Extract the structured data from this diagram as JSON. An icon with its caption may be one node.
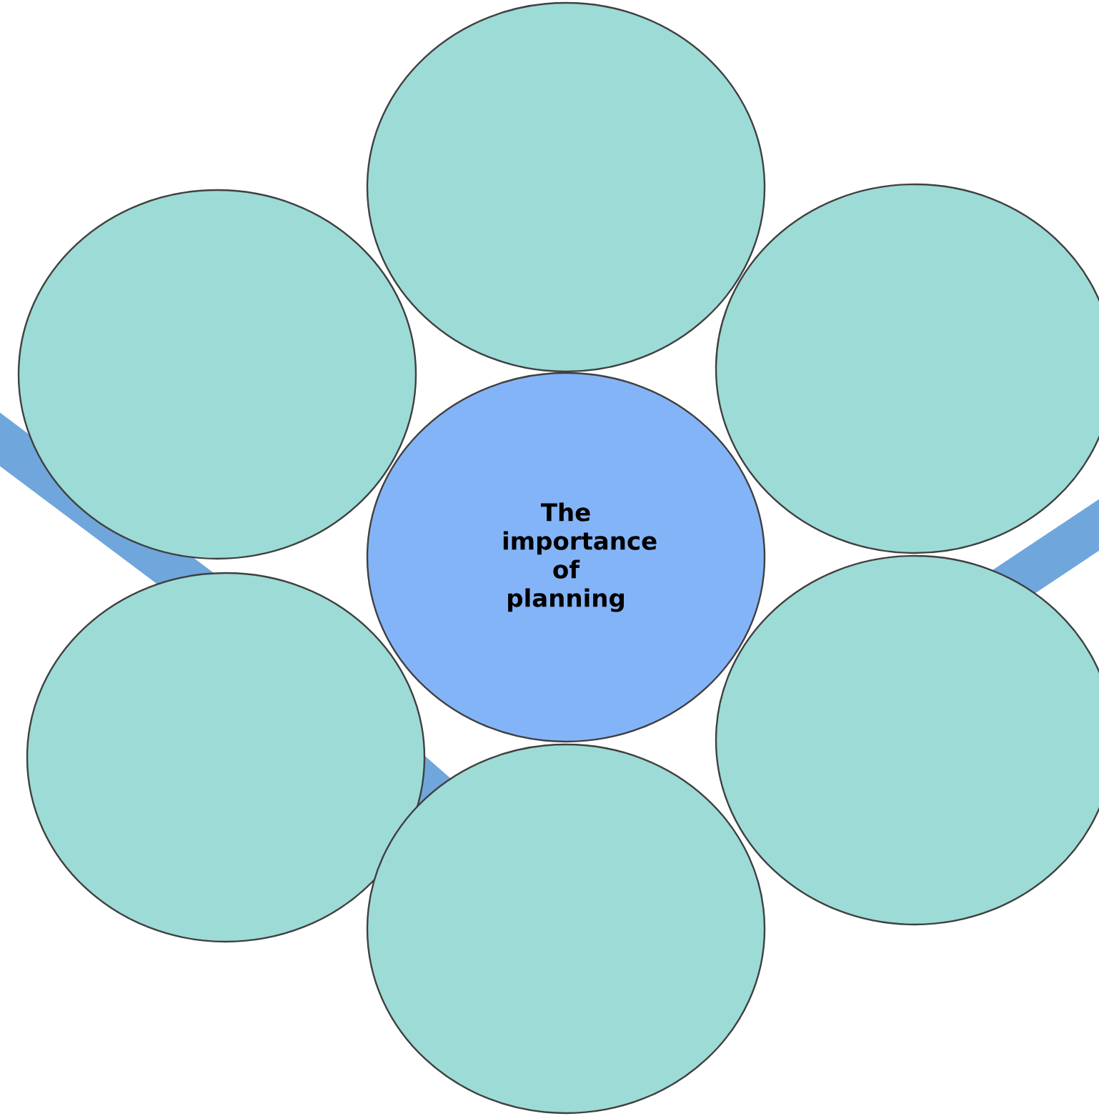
{
  "diagram": {
    "nodes": [
      {
        "text": [],
        "shape": "circle"
      },
      {
        "text": [],
        "shape": "circle"
      },
      {
        "text": [],
        "shape": "circle"
      },
      {
        "text": [
          "The importance of planning"
        ]
      },
      {
        "text": [],
        "shape": "circle"
      },
      {
        "text": [],
        "shape": "circle"
      },
      {
        "text": [],
        "shape": "circle"
      }
    ]
  }
}
